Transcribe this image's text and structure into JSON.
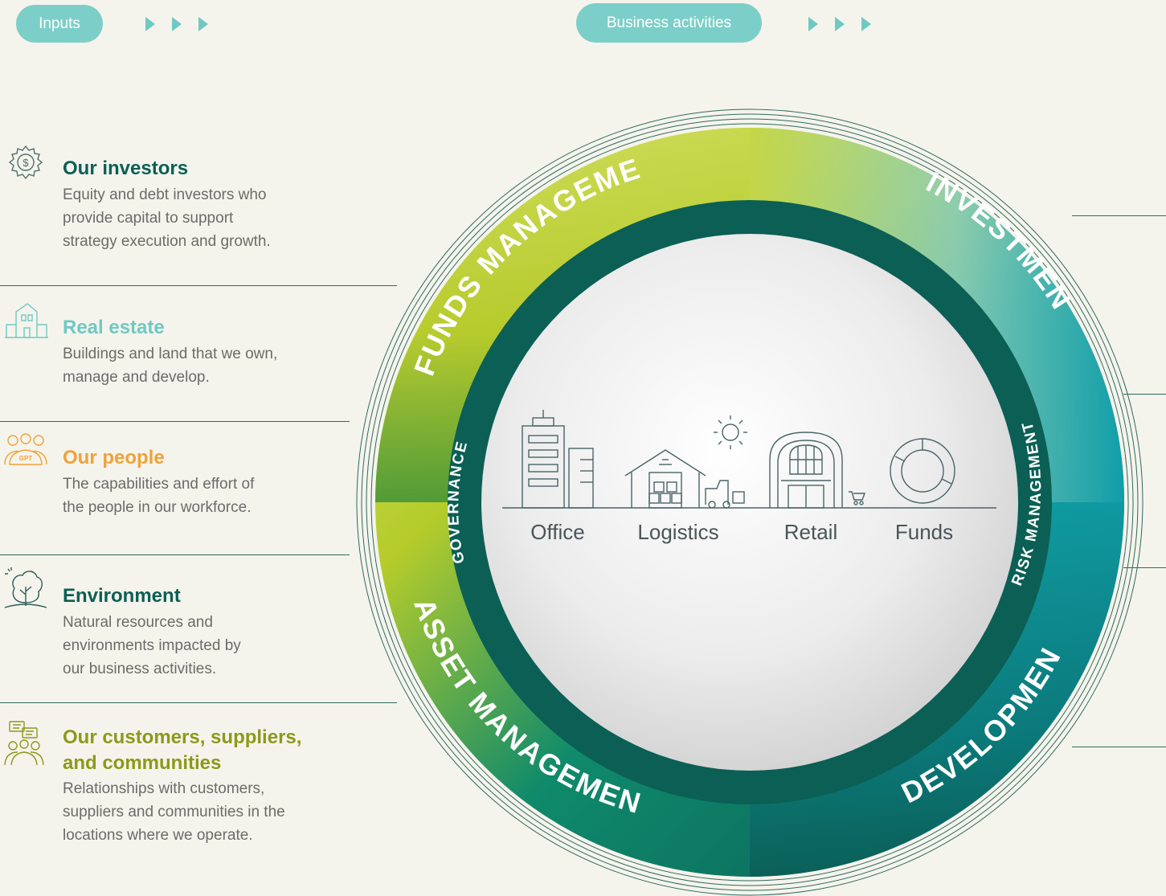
{
  "header": {
    "inputs_label": "Inputs",
    "activities_label": "Business activities"
  },
  "inputs": [
    {
      "icon": "dollar-gear-icon",
      "title": "Our investors",
      "title_color": "#0b5f55",
      "description": [
        "Equity and debt investors who",
        "provide capital to support",
        "strategy execution and growth."
      ]
    },
    {
      "icon": "building-icon",
      "title": "Real estate",
      "title_color": "#6fc9c3",
      "description": [
        "Buildings and land that we own,",
        "manage and develop."
      ]
    },
    {
      "icon": "people-group-icon",
      "title": "Our people",
      "title_color": "#f0a23a",
      "description": [
        "The capabilities and effort of",
        "the people in our workforce."
      ]
    },
    {
      "icon": "tree-icon",
      "title": "Environment",
      "title_color": "#0b5f55",
      "description": [
        "Natural resources and",
        "environments impacted by",
        "our business activities."
      ]
    },
    {
      "icon": "community-chat-icon",
      "title": [
        "Our customers, suppliers,",
        "and communities"
      ],
      "title_color": "#8a9a1c",
      "description": [
        "Relationships with customers,",
        "suppliers and communities in the",
        "locations where we operate."
      ]
    }
  ],
  "wheel": {
    "outer_segments": [
      "FUNDS MANAGEMENT",
      "INVESTMENT",
      "DEVELOPMENT",
      "ASSET MANAGEMENT"
    ],
    "inner_labels": [
      "GOVERNANCE",
      "RISK MANAGEMENT"
    ],
    "sectors": [
      "Office",
      "Logistics",
      "Retail",
      "Funds"
    ]
  },
  "colors": {
    "background": "#f5f4ec",
    "pill": "#7ccfc9",
    "dark_teal": "#0b5f55",
    "lime": "#b8cc2a",
    "cyan": "#10a5b5",
    "line_art": "#4a6466"
  },
  "pgt_badge": "GPT"
}
